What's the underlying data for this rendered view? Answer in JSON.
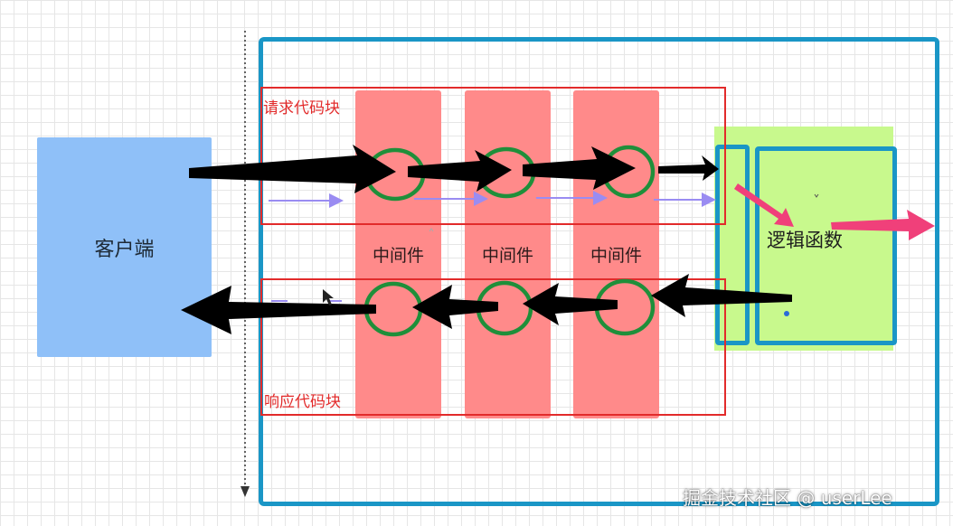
{
  "client": {
    "label": "客户端"
  },
  "middlewares": [
    {
      "label": "中间件"
    },
    {
      "label": "中间件"
    },
    {
      "label": "中间件"
    }
  ],
  "logic": {
    "label": "逻辑函数"
  },
  "request_block": {
    "label": "请求代码块"
  },
  "response_block": {
    "label": "响应代码块"
  },
  "watermark": {
    "text": "掘金技术社区 @ userLee"
  },
  "colors": {
    "client": "#8fc0f8",
    "container_border": "#1a96c6",
    "middleware": "#ff8a8a",
    "logic_bg": "#c8f98d",
    "code_box_border": "#e22b2b",
    "circle_stroke": "#1f8f3a",
    "arrow": "#000000",
    "pink_arrow": "#f0407a",
    "thin_arrow": "#9a8cf2"
  }
}
